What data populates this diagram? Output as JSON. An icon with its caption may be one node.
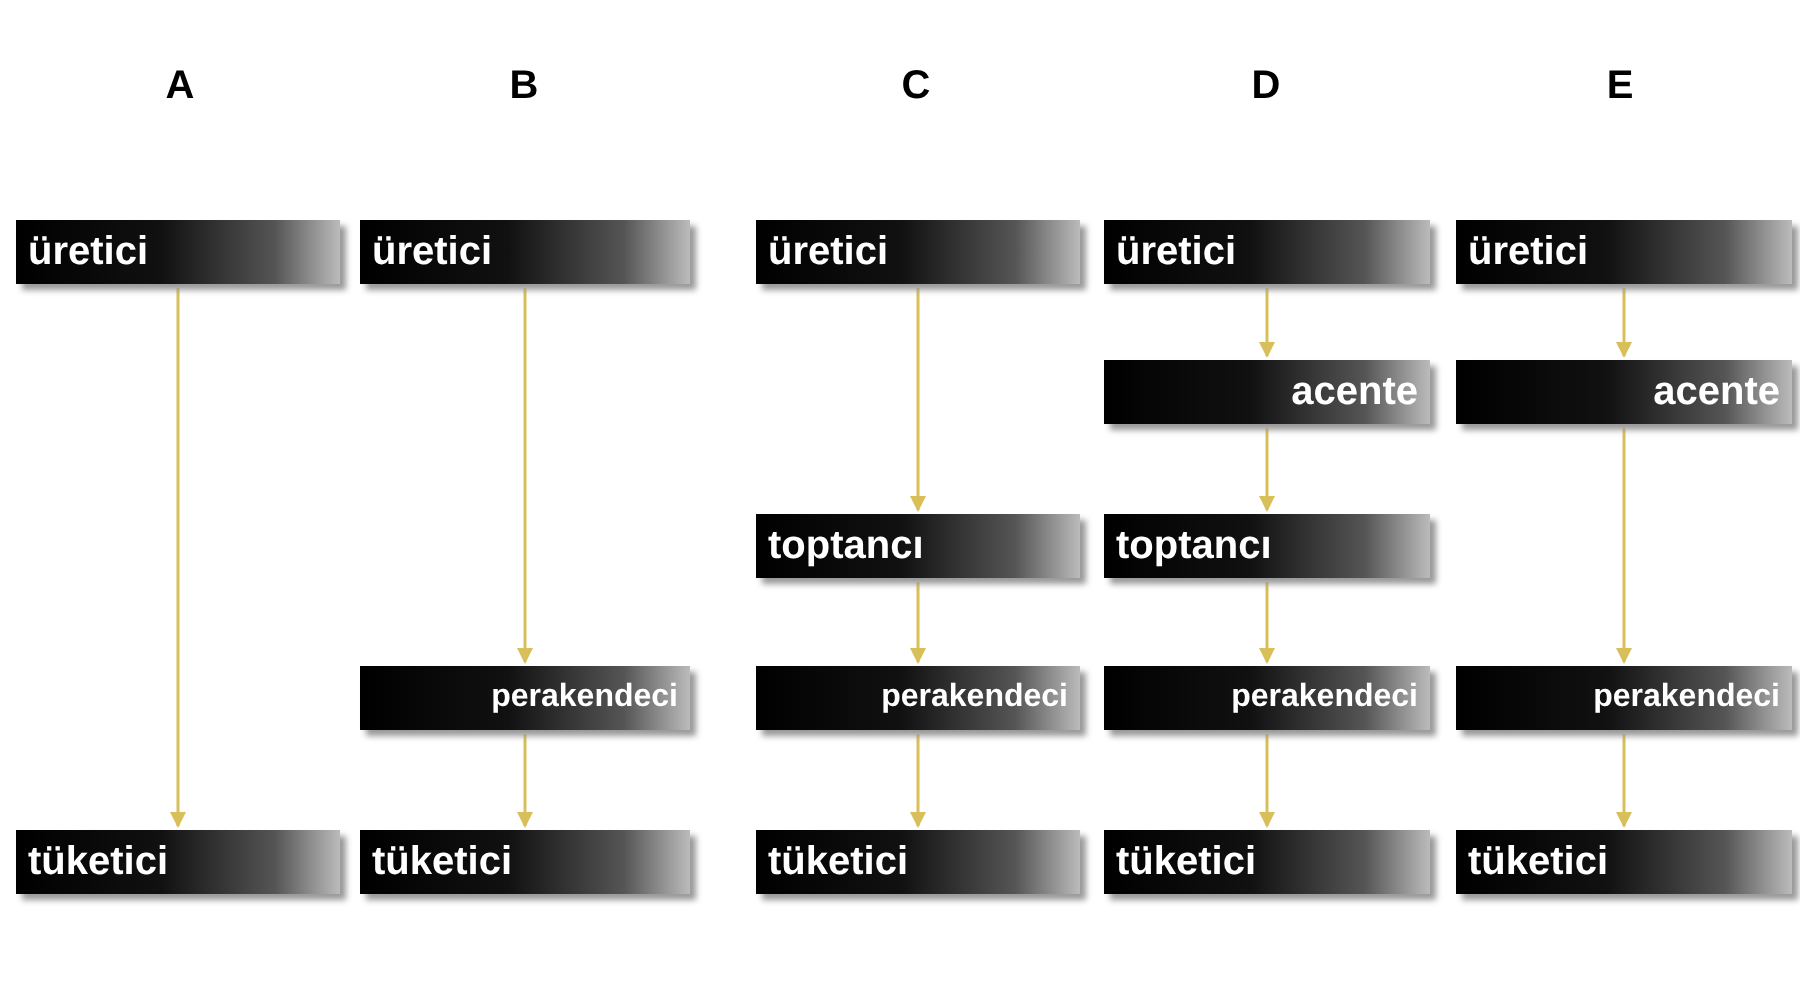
{
  "diagram": {
    "nodes": [
      {
        "text": [
          "üretici"
        ]
      },
      {
        "text": [
          "tüketici"
        ]
      },
      {
        "text": [
          "üretici"
        ]
      },
      {
        "text": [
          "perakendeci"
        ]
      },
      {
        "text": [
          "tüketici"
        ]
      },
      {
        "text": [
          "üretici"
        ]
      },
      {
        "text": [
          "toptancı"
        ]
      },
      {
        "text": [
          "perakendeci"
        ]
      },
      {
        "text": [
          "tüketici"
        ]
      },
      {
        "text": [
          "üretici"
        ]
      },
      {
        "text": [
          "acente"
        ]
      },
      {
        "text": [
          "toptancı"
        ]
      },
      {
        "text": [
          "perakendeci"
        ]
      },
      {
        "text": [
          "tüketici"
        ]
      },
      {
        "text": [
          "üretici"
        ]
      },
      {
        "text": [
          "acente"
        ]
      },
      {
        "text": [
          "perakendeci"
        ]
      },
      {
        "text": [
          "tüketici"
        ]
      }
    ],
    "edges": [
      {
        "from": 0,
        "to": 1,
        "arrow": "to"
      },
      {
        "from": 2,
        "to": 3,
        "arrow": "to"
      },
      {
        "from": 3,
        "to": 4,
        "arrow": "to"
      },
      {
        "from": 5,
        "to": 6,
        "arrow": "to"
      },
      {
        "from": 6,
        "to": 7,
        "arrow": "to"
      },
      {
        "from": 7,
        "to": 8,
        "arrow": "to"
      },
      {
        "from": 9,
        "to": 10,
        "arrow": "to"
      },
      {
        "from": 10,
        "to": 11,
        "arrow": "to"
      },
      {
        "from": 11,
        "to": 12,
        "arrow": "to"
      },
      {
        "from": 12,
        "to": 13,
        "arrow": "to"
      },
      {
        "from": 14,
        "to": 15,
        "arrow": "to"
      },
      {
        "from": 15,
        "to": 16,
        "arrow": "to"
      },
      {
        "from": 16,
        "to": 17,
        "arrow": "to"
      }
    ],
    "labels": [
      "A",
      "B",
      "C",
      "D",
      "E"
    ]
  }
}
